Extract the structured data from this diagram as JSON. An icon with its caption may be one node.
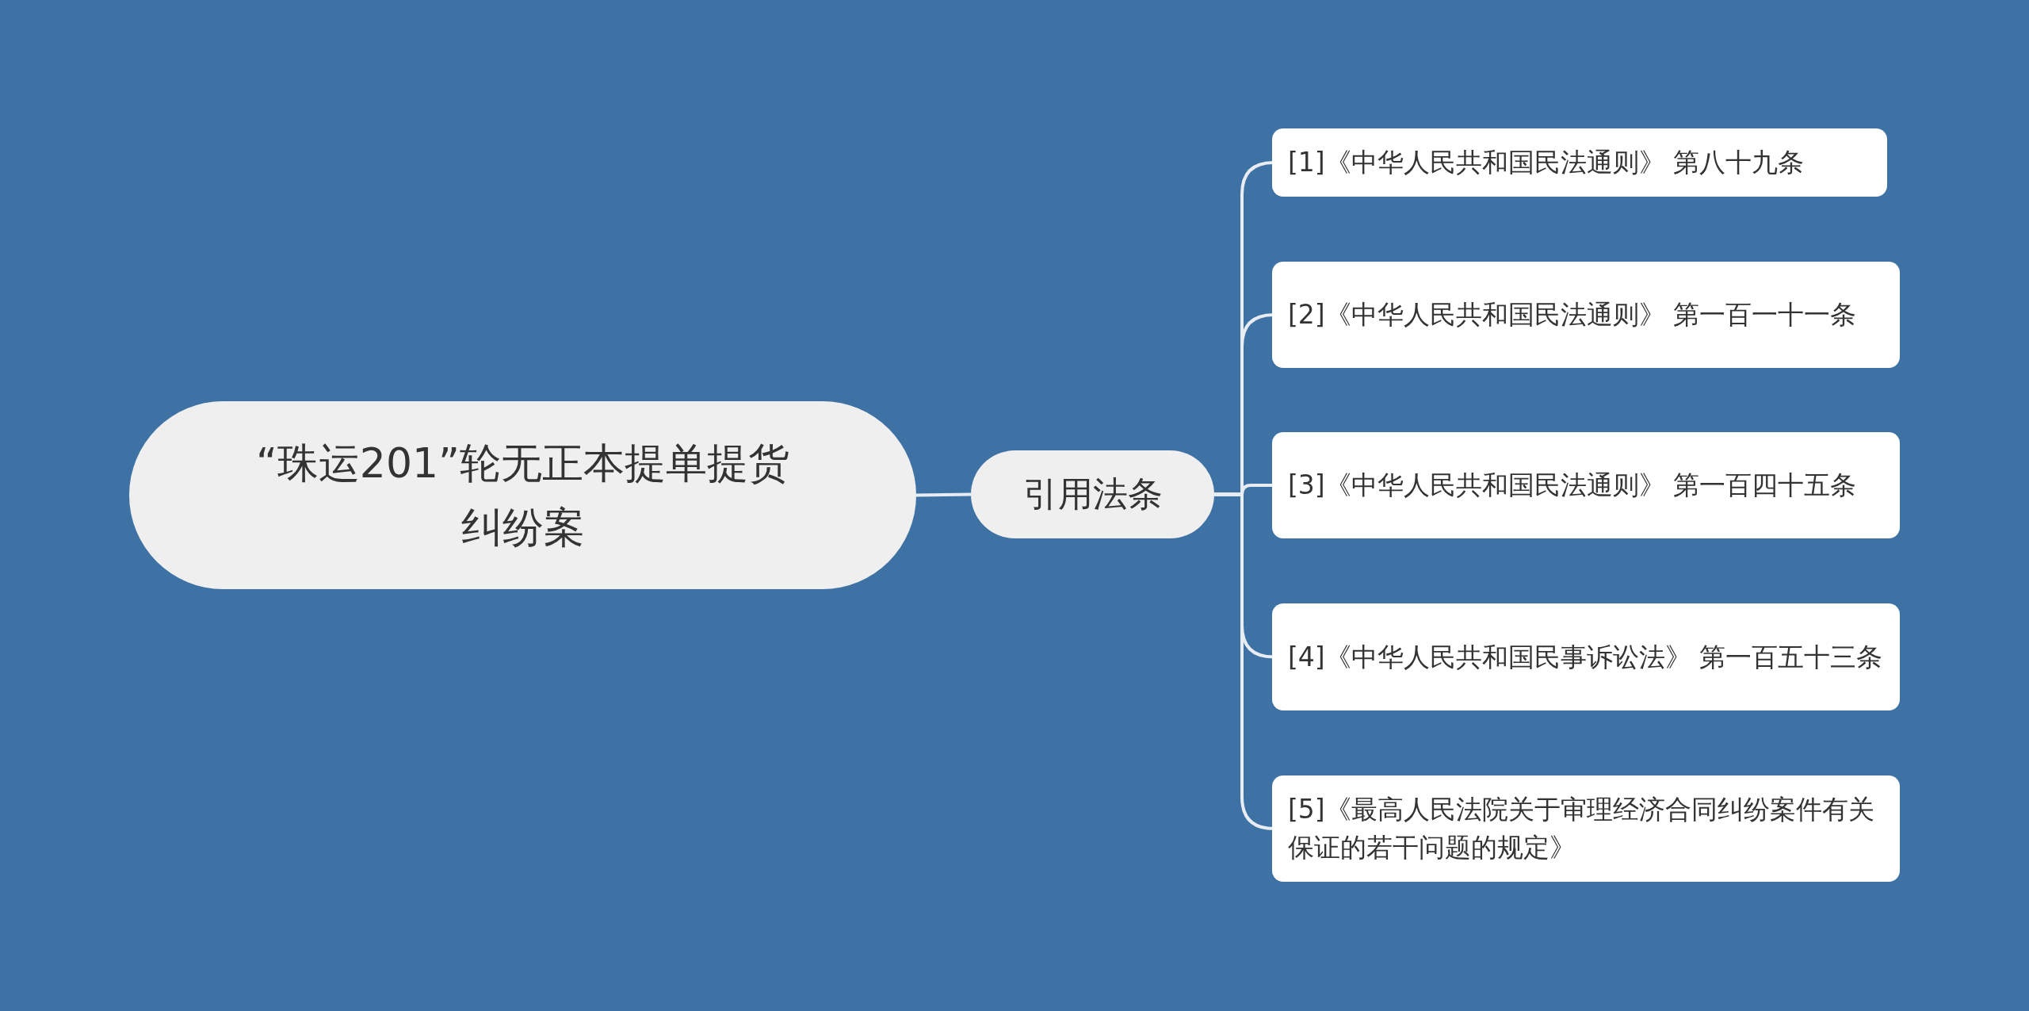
{
  "diagram": {
    "nodes": [
      {
        "text": [
          "“珠运201”轮无正本提单提货纠纷案"
        ]
      },
      {
        "text": [
          "引用法条"
        ]
      },
      {
        "text": [
          "[1]《中华人民共和国民法通则》 第八十九条"
        ]
      },
      {
        "text": [
          "[2]《中华人民共和国民法通则》 第一百一十一条"
        ]
      },
      {
        "text": [
          "[3]《中华人民共和国民法通则》 第一百四十五条"
        ]
      },
      {
        "text": [
          "[4]《中华人民共和国民事诉讼法》 第一百五十三条"
        ]
      },
      {
        "text": [
          "[5]《最高人民法院关于审理经济合同纠纷案件有关保证的若干问题的规定》"
        ]
      }
    ],
    "edges": [
      {
        "from": 0,
        "to": 1,
        "arrow": "none"
      },
      {
        "from": 1,
        "to": 2,
        "arrow": "none"
      },
      {
        "from": 1,
        "to": 3,
        "arrow": "none"
      },
      {
        "from": 1,
        "to": 4,
        "arrow": "none"
      },
      {
        "from": 1,
        "to": 5,
        "arrow": "none"
      },
      {
        "from": 1,
        "to": 6,
        "arrow": "none"
      }
    ]
  }
}
